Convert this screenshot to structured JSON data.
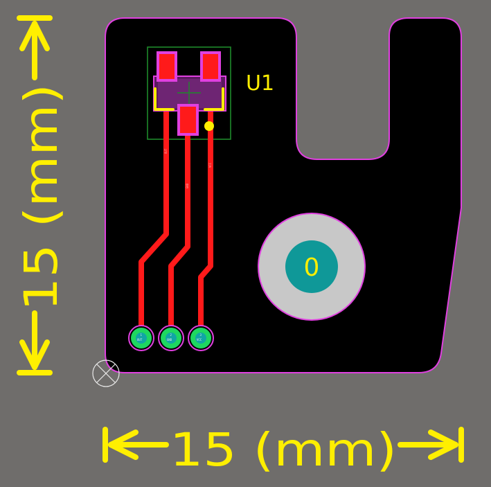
{
  "board": {
    "designator": "U1",
    "width_dimension": "15 (mm)",
    "height_dimension": "15 (mm)",
    "mounting_hole_label": "0",
    "pads": [
      {
        "number": "1",
        "net": "OUT"
      },
      {
        "number": "2",
        "net": "GND"
      },
      {
        "number": "3",
        "net": "VCC"
      }
    ],
    "trace_labels": {
      "out": "OUT",
      "gnd": "GND",
      "vcc": "VCC"
    }
  },
  "colors": {
    "background": "#6f6d6b",
    "board_fill": "#000000",
    "board_outline": "#e040e0",
    "copper": "#ff1a1a",
    "silkscreen": "#ffef00",
    "pad_ring": "#1ed760",
    "pad_center": "#11a5a5",
    "hole_annulus": "#c8c8c8",
    "hole_center": "#0f9898",
    "courtyard": "#1e8a2a"
  }
}
